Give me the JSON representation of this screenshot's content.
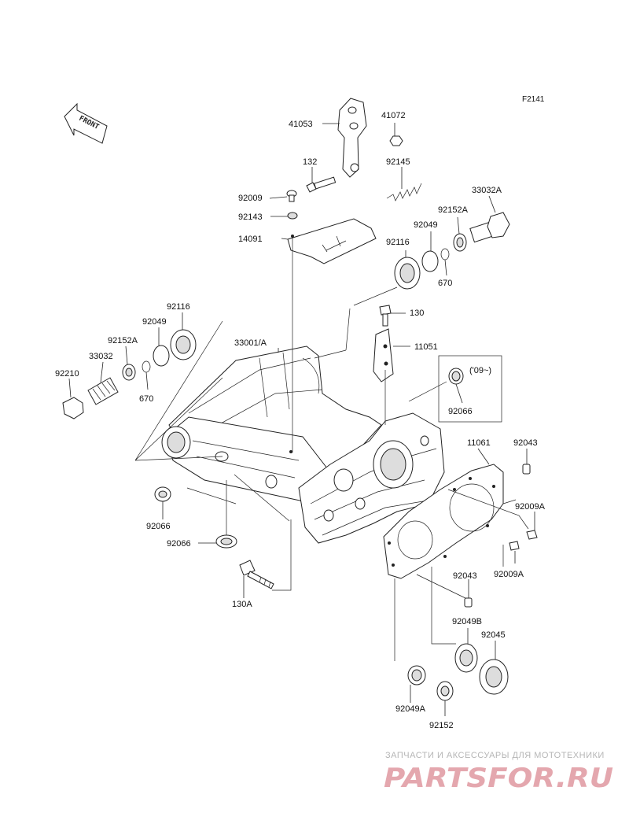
{
  "figure_code": "F2141",
  "front_label": "FRONT",
  "year_note": "('09~)",
  "callouts": [
    {
      "id": "41053",
      "text": "41053"
    },
    {
      "id": "41072",
      "text": "41072"
    },
    {
      "id": "132",
      "text": "132"
    },
    {
      "id": "92145",
      "text": "92145"
    },
    {
      "id": "92009",
      "text": "92009"
    },
    {
      "id": "33032A",
      "text": "33032A"
    },
    {
      "id": "92152A_r",
      "text": "92152A"
    },
    {
      "id": "92143",
      "text": "92143"
    },
    {
      "id": "92049_r",
      "text": "92049"
    },
    {
      "id": "14091",
      "text": "14091"
    },
    {
      "id": "92116_r",
      "text": "92116"
    },
    {
      "id": "670_r",
      "text": "670"
    },
    {
      "id": "130",
      "text": "130"
    },
    {
      "id": "92116_l",
      "text": "92116"
    },
    {
      "id": "92049_l",
      "text": "92049"
    },
    {
      "id": "33001A",
      "text": "33001/A"
    },
    {
      "id": "11051",
      "text": "11051"
    },
    {
      "id": "92152A_l",
      "text": "92152A"
    },
    {
      "id": "33032",
      "text": "33032"
    },
    {
      "id": "92210",
      "text": "92210"
    },
    {
      "id": "670_l",
      "text": "670"
    },
    {
      "id": "92066_top",
      "text": "92066"
    },
    {
      "id": "11061",
      "text": "11061"
    },
    {
      "id": "92043_top",
      "text": "92043"
    },
    {
      "id": "92009A_1",
      "text": "92009A"
    },
    {
      "id": "92066_l",
      "text": "92066"
    },
    {
      "id": "92066_b",
      "text": "92066"
    },
    {
      "id": "92009A_2",
      "text": "92009A"
    },
    {
      "id": "92043_b",
      "text": "92043"
    },
    {
      "id": "130A",
      "text": "130A"
    },
    {
      "id": "92049B",
      "text": "92049B"
    },
    {
      "id": "92045",
      "text": "92045"
    },
    {
      "id": "92049A",
      "text": "92049A"
    },
    {
      "id": "92152",
      "text": "92152"
    }
  ],
  "watermark": {
    "tagline": "ЗАПЧАСТИ И АКСЕССУАРЫ ДЛЯ МОТОТЕХНИКИ",
    "brand": "PARTSFOR.RU",
    "color": "#e4a7ae"
  }
}
